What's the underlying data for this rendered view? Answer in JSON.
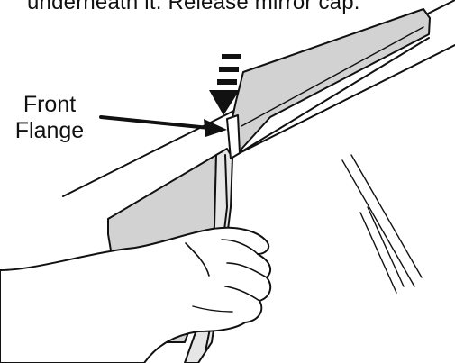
{
  "caption": {
    "text": "underneath it. Release mirror cap."
  },
  "callout": {
    "line1": "Front",
    "line2": "Flange"
  },
  "colors": {
    "line": "#111111",
    "fill_gray": "#d2d2d2",
    "fill_light": "#e6e6e6",
    "background": "#ffffff"
  }
}
